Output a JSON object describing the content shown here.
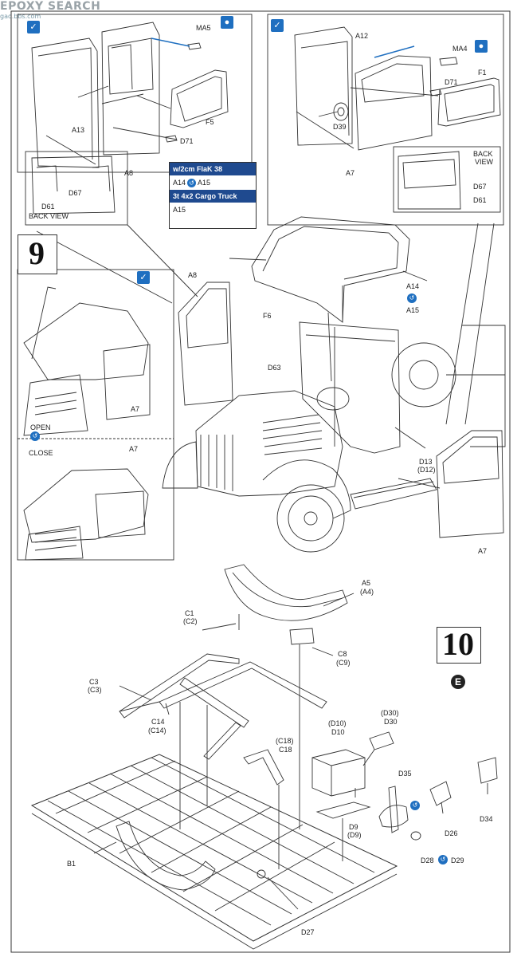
{
  "watermark": {
    "brand": "EPOXY SEARCH",
    "domain": "gao.bbs.com"
  },
  "steps": {
    "nine": "9",
    "ten": "10"
  },
  "info_box": {
    "row1_head": "w/2cm FlaK 38",
    "row1_a": "A14",
    "row1_b": "A15",
    "row2_head": "3t 4x2 Cargo Truck",
    "row2_a": "A15"
  },
  "labels": {
    "ma5": "MA5",
    "a13": "A13",
    "f5": "F5",
    "d71_left": "D71",
    "a8_top": "A8",
    "d67_left": "D67",
    "d61_left": "D61",
    "back_view_left": "BACK VIEW",
    "a12": "A12",
    "ma4": "MA4",
    "f1": "F1",
    "d71_right": "D71",
    "d39": "D39",
    "a7_top": "A7",
    "back_line1": "BACK",
    "back_line2": "VIEW",
    "d67_right": "D67",
    "d61_right": "D61",
    "a8_mid": "A8",
    "f6": "F6",
    "a14": "A14",
    "a15": "A15",
    "d63": "D63",
    "a7_inset": "A7",
    "open": "OPEN",
    "close": "CLOSE",
    "a7_inset2": "A7",
    "d13": "D13",
    "d12": "(D12)",
    "a7_right": "A7",
    "c1": "C1",
    "c2": "(C2)",
    "a5": "A5",
    "a4": "(A4)",
    "c8": "C8",
    "c9": "(C9)",
    "c3": "C3",
    "c3b": "(C3)",
    "c14": "C14",
    "c14b": "(C14)",
    "d10a": "(D10)",
    "d10": "D10",
    "d30a": "(D30)",
    "d30": "D30",
    "c18a": "(C18)",
    "c18": "C18",
    "d35": "D35",
    "d9": "D9",
    "d9b": "(D9)",
    "d26": "D26",
    "d34": "D34",
    "d28": "D28",
    "d29": "D29",
    "b1": "B1",
    "d27": "D27",
    "e_badge": "E"
  },
  "colors": {
    "accent_blue": "#1f6fc0",
    "header_blue": "#1f4a8f",
    "line": "#333333"
  }
}
